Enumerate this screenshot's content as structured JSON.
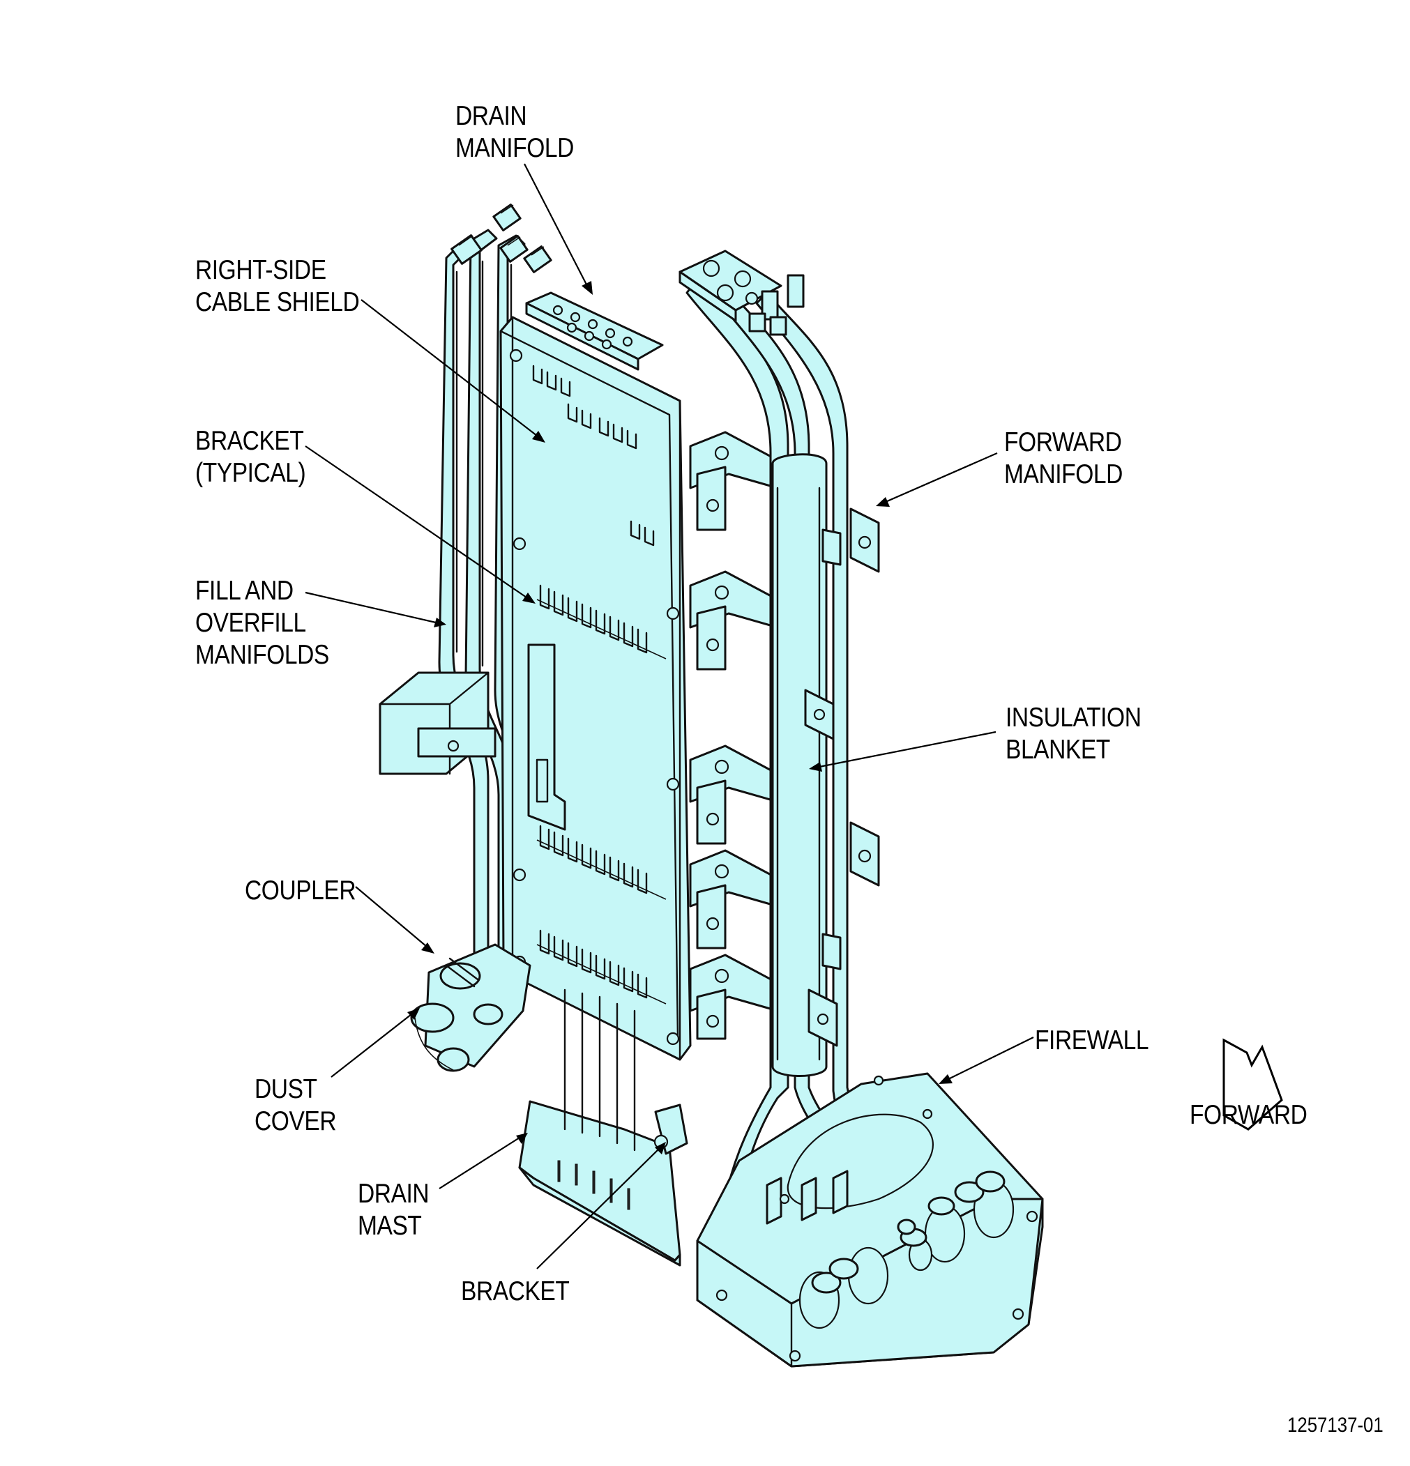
{
  "labels": {
    "drain_manifold": [
      "DRAIN",
      "MANIFOLD"
    ],
    "right_side_cable_shield": [
      "RIGHT-SIDE",
      "CABLE SHIELD"
    ],
    "bracket_typical": [
      "BRACKET",
      "(TYPICAL)"
    ],
    "fill_and_overfill_manifolds": [
      "FILL AND",
      "OVERFILL",
      "MANIFOLDS"
    ],
    "coupler": [
      "COUPLER"
    ],
    "dust_cover": [
      "DUST",
      "COVER"
    ],
    "drain_mast": [
      "DRAIN",
      "MAST"
    ],
    "bracket": [
      "BRACKET"
    ],
    "forward_manifold": [
      "FORWARD",
      "MANIFOLD"
    ],
    "insulation_blanket": [
      "INSULATION",
      "BLANKET"
    ],
    "firewall": [
      "FIREWALL"
    ],
    "forward_arrow": [
      "FORWARD"
    ]
  },
  "figure_number": "1257137-01",
  "colors": {
    "part_fill": "#c6f7f7",
    "line": "#111111",
    "text": "#000000"
  },
  "icons": {
    "forward_direction": "forward-arrow-icon"
  }
}
